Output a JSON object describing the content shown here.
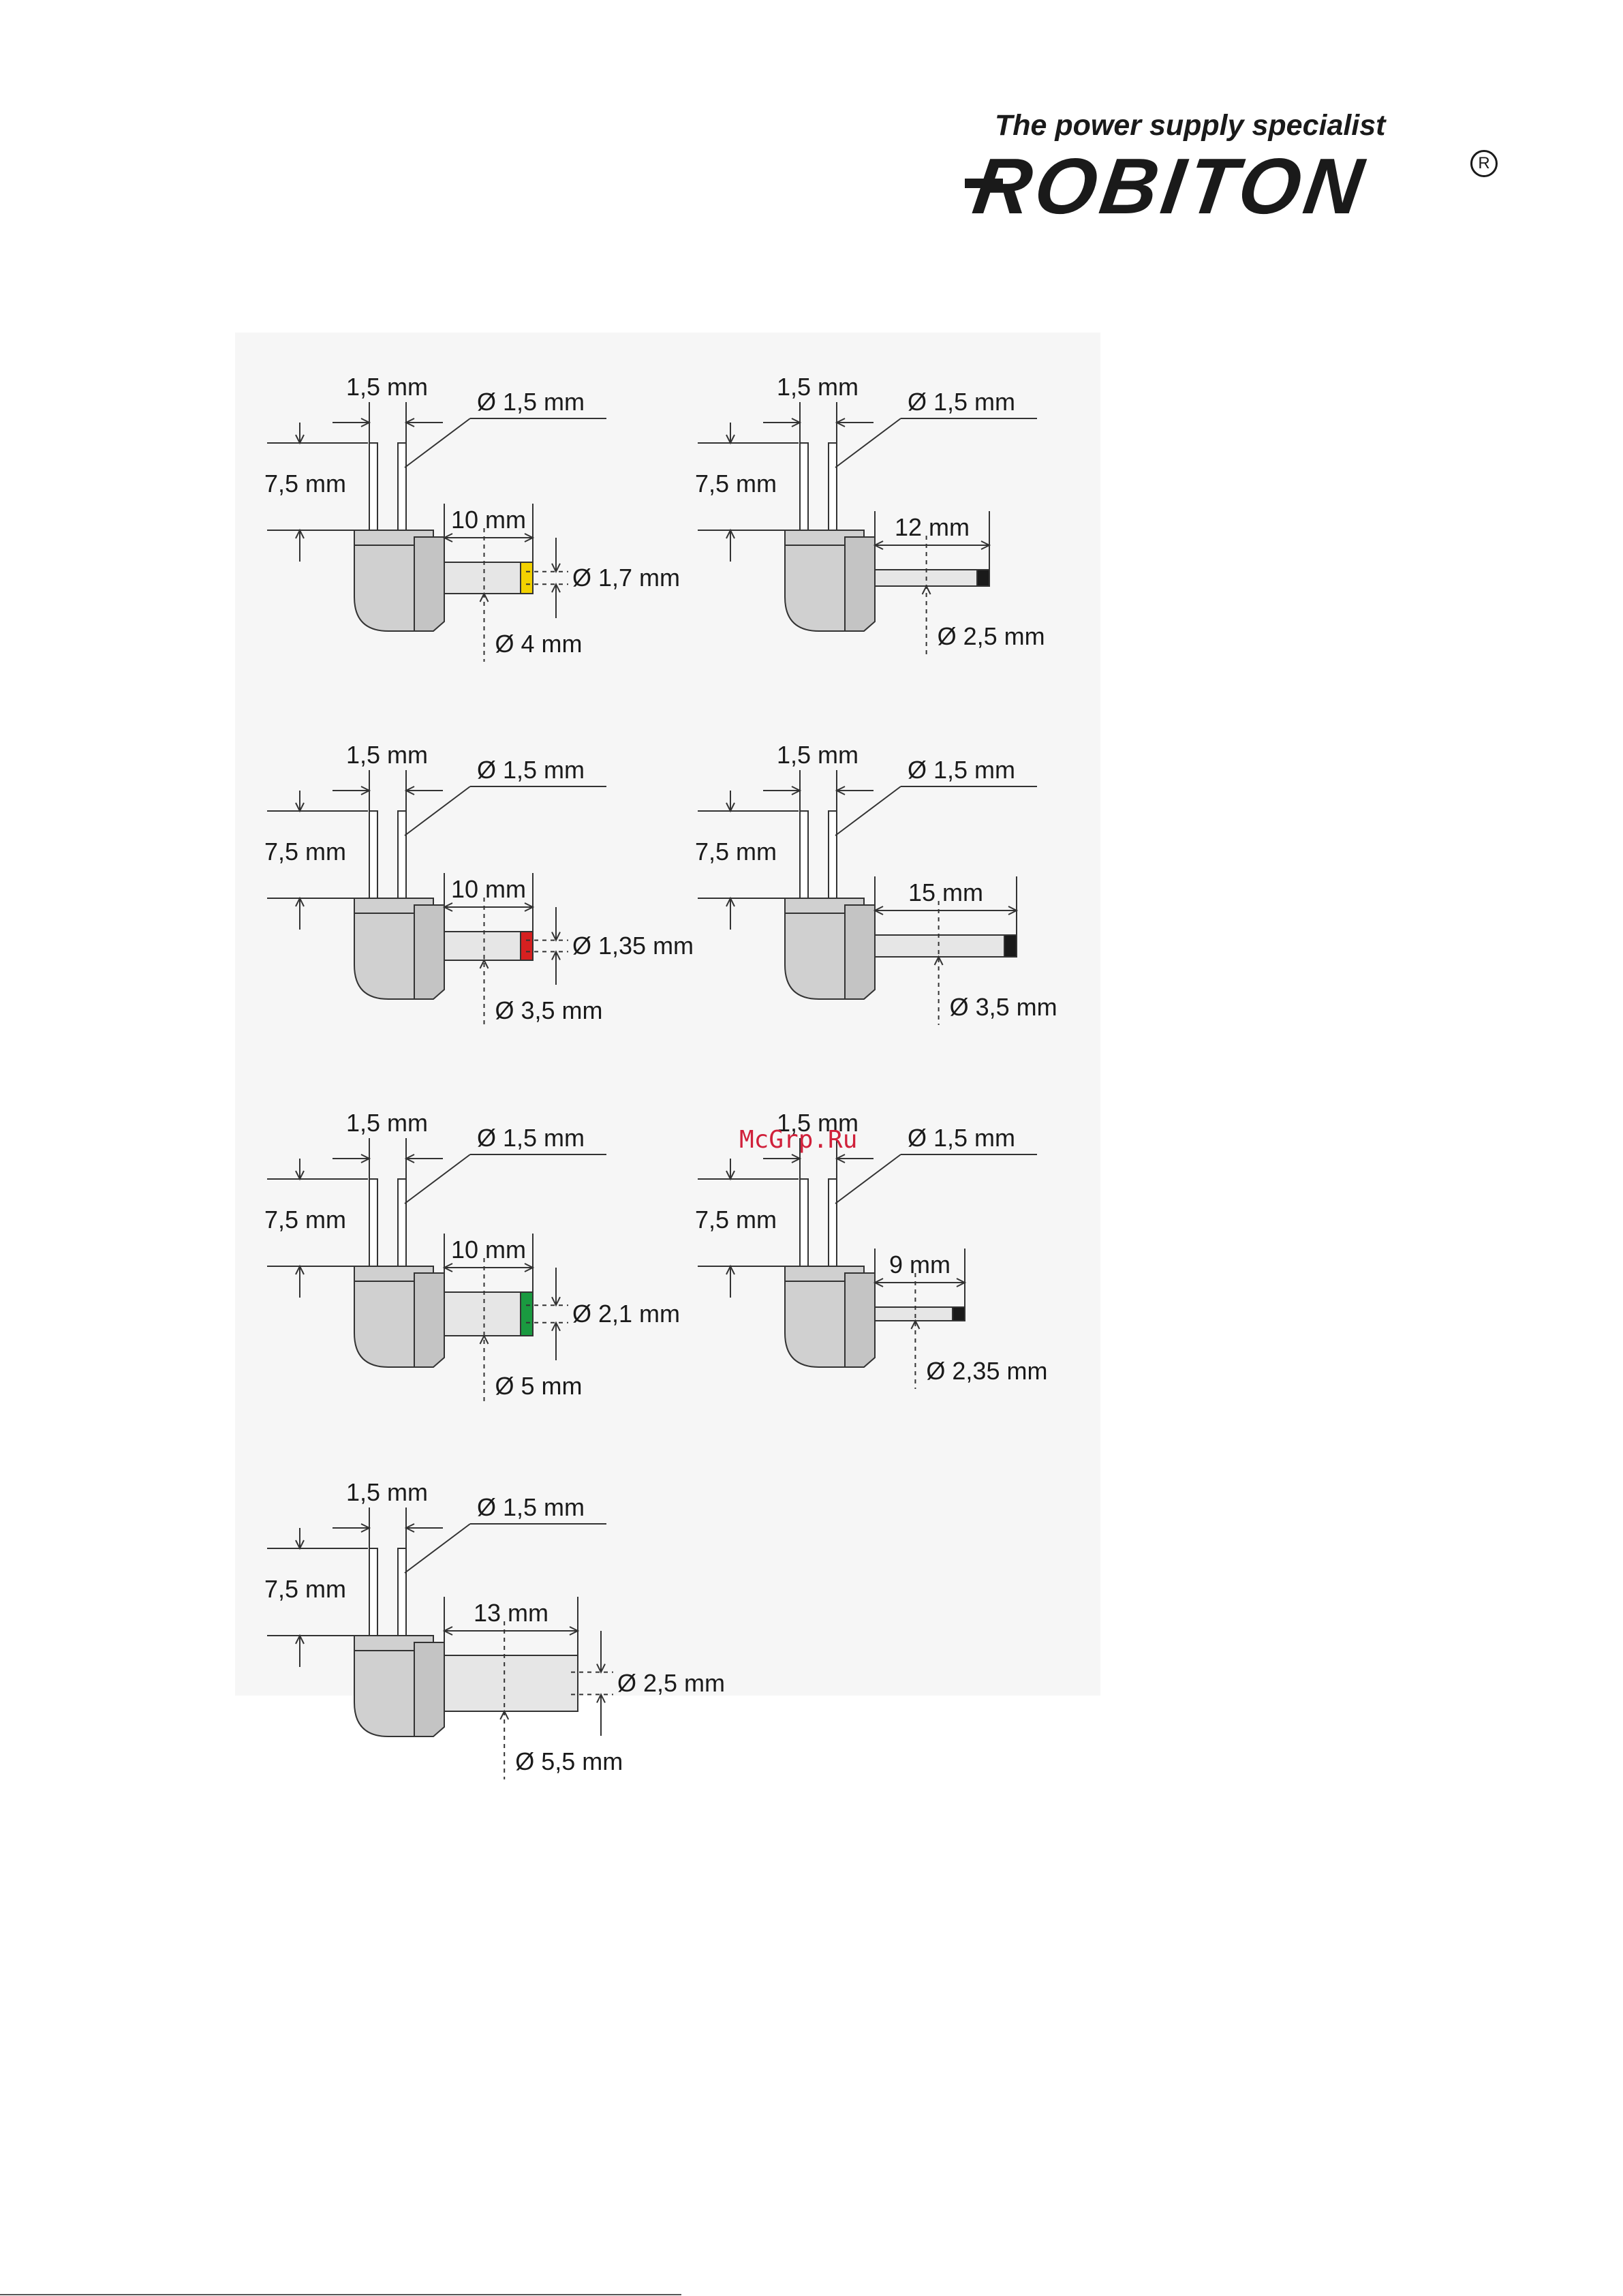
{
  "header": {
    "tagline": "The power supply specialist",
    "brand": "ROBITON",
    "registered": "R"
  },
  "watermark": "McGrp.Ru",
  "plugs": [
    {
      "pin_spacing": "1,5 mm",
      "pin_diameter": "Ø 1,5 mm",
      "pin_height": "7,5 mm",
      "length": "10 mm",
      "inner_diameter": "Ø 1,7 mm",
      "outer_diameter": "Ø 4 mm",
      "tip_color": "#f2d100"
    },
    {
      "pin_spacing": "1,5 mm",
      "pin_diameter": "Ø 1,5 mm",
      "pin_height": "7,5 mm",
      "length": "12 mm",
      "outer_diameter": "Ø 2,5 mm",
      "tip_color": "#1a1a1a"
    },
    {
      "pin_spacing": "1,5 mm",
      "pin_diameter": "Ø 1,5 mm",
      "pin_height": "7,5 mm",
      "length": "10 mm",
      "inner_diameter": "Ø 1,35 mm",
      "outer_diameter": "Ø 3,5 mm",
      "tip_color": "#d62020"
    },
    {
      "pin_spacing": "1,5 mm",
      "pin_diameter": "Ø 1,5 mm",
      "pin_height": "7,5 mm",
      "length": "15 mm",
      "outer_diameter": "Ø 3,5 mm",
      "tip_color": "#1a1a1a"
    },
    {
      "pin_spacing": "1,5 mm",
      "pin_diameter": "Ø 1,5 mm",
      "pin_height": "7,5 mm",
      "length": "10 mm",
      "inner_diameter": "Ø 2,1 mm",
      "outer_diameter": "Ø 5 mm",
      "tip_color": "#1a9a40"
    },
    {
      "pin_spacing": "1,5 mm",
      "pin_diameter": "Ø 1,5 mm",
      "pin_height": "7,5 mm",
      "length": "9 mm",
      "outer_diameter": "Ø 2,35 mm",
      "tip_color": "#1a1a1a"
    },
    {
      "pin_spacing": "1,5 mm",
      "pin_diameter": "Ø 1,5 mm",
      "pin_height": "7,5 mm",
      "length": "13 mm",
      "inner_diameter": "Ø 2,5 mm",
      "outer_diameter": "Ø 5,5 mm",
      "tip_color": "#d8d8d8"
    }
  ]
}
